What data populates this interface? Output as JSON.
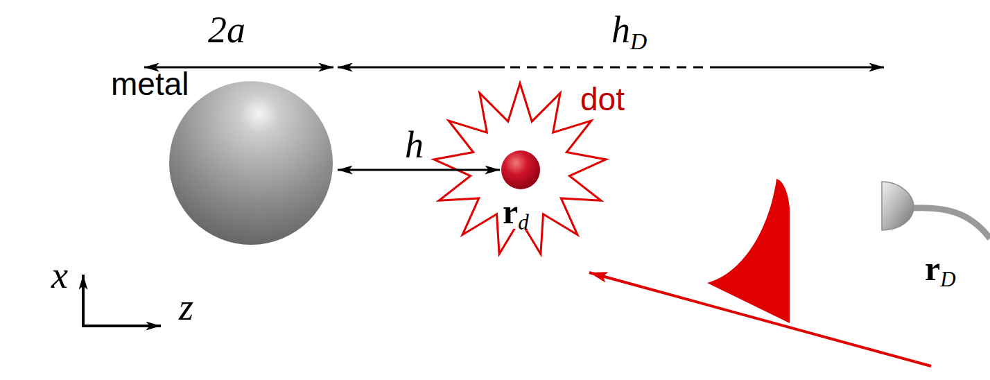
{
  "diagram": {
    "labels": [
      "2a",
      "hD",
      "metal",
      "h",
      "dot",
      "rd",
      "x",
      "z",
      "rD"
    ]
  }
}
